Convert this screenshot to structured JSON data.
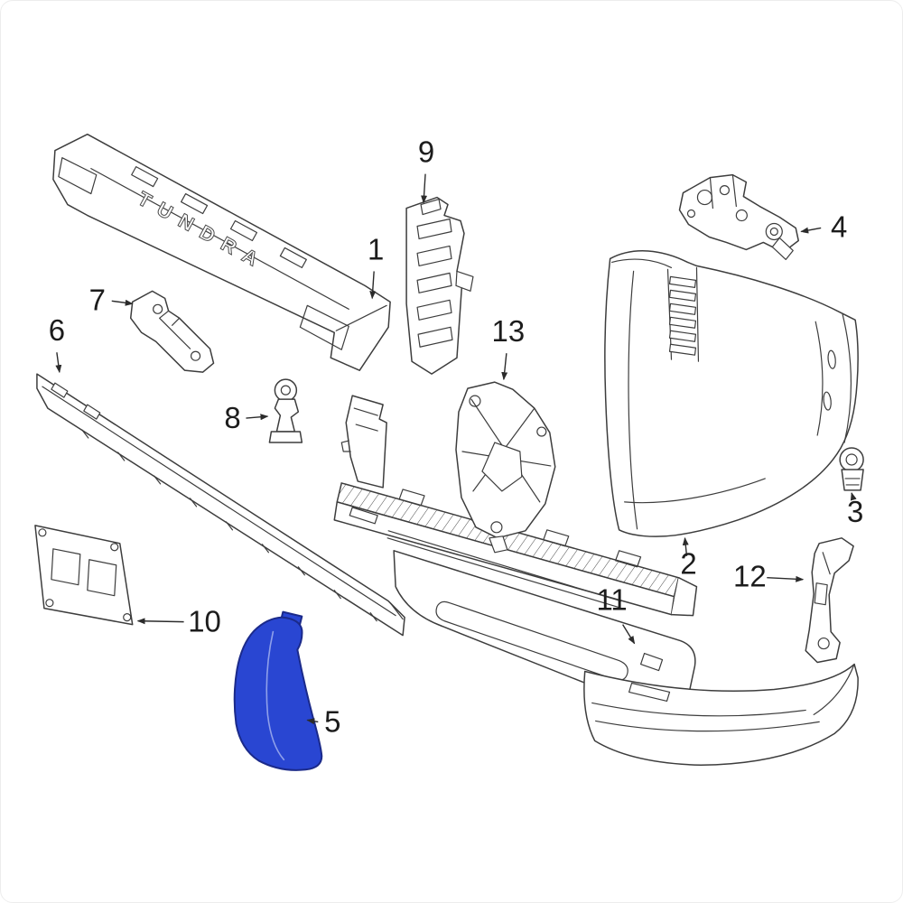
{
  "diagram": {
    "brand_text": "TUNDRA",
    "colors": {
      "background": "#ffffff",
      "line": "#3d3d3d",
      "label_text": "#1c1c1c",
      "highlight_fill": "#2946d2",
      "highlight_stroke": "#1b2a8a"
    },
    "callouts": [
      {
        "number": "1"
      },
      {
        "number": "2"
      },
      {
        "number": "3"
      },
      {
        "number": "4"
      },
      {
        "number": "5",
        "highlighted": true
      },
      {
        "number": "6"
      },
      {
        "number": "7"
      },
      {
        "number": "8"
      },
      {
        "number": "9"
      },
      {
        "number": "10"
      },
      {
        "number": "11"
      },
      {
        "number": "12"
      },
      {
        "number": "13"
      }
    ]
  }
}
